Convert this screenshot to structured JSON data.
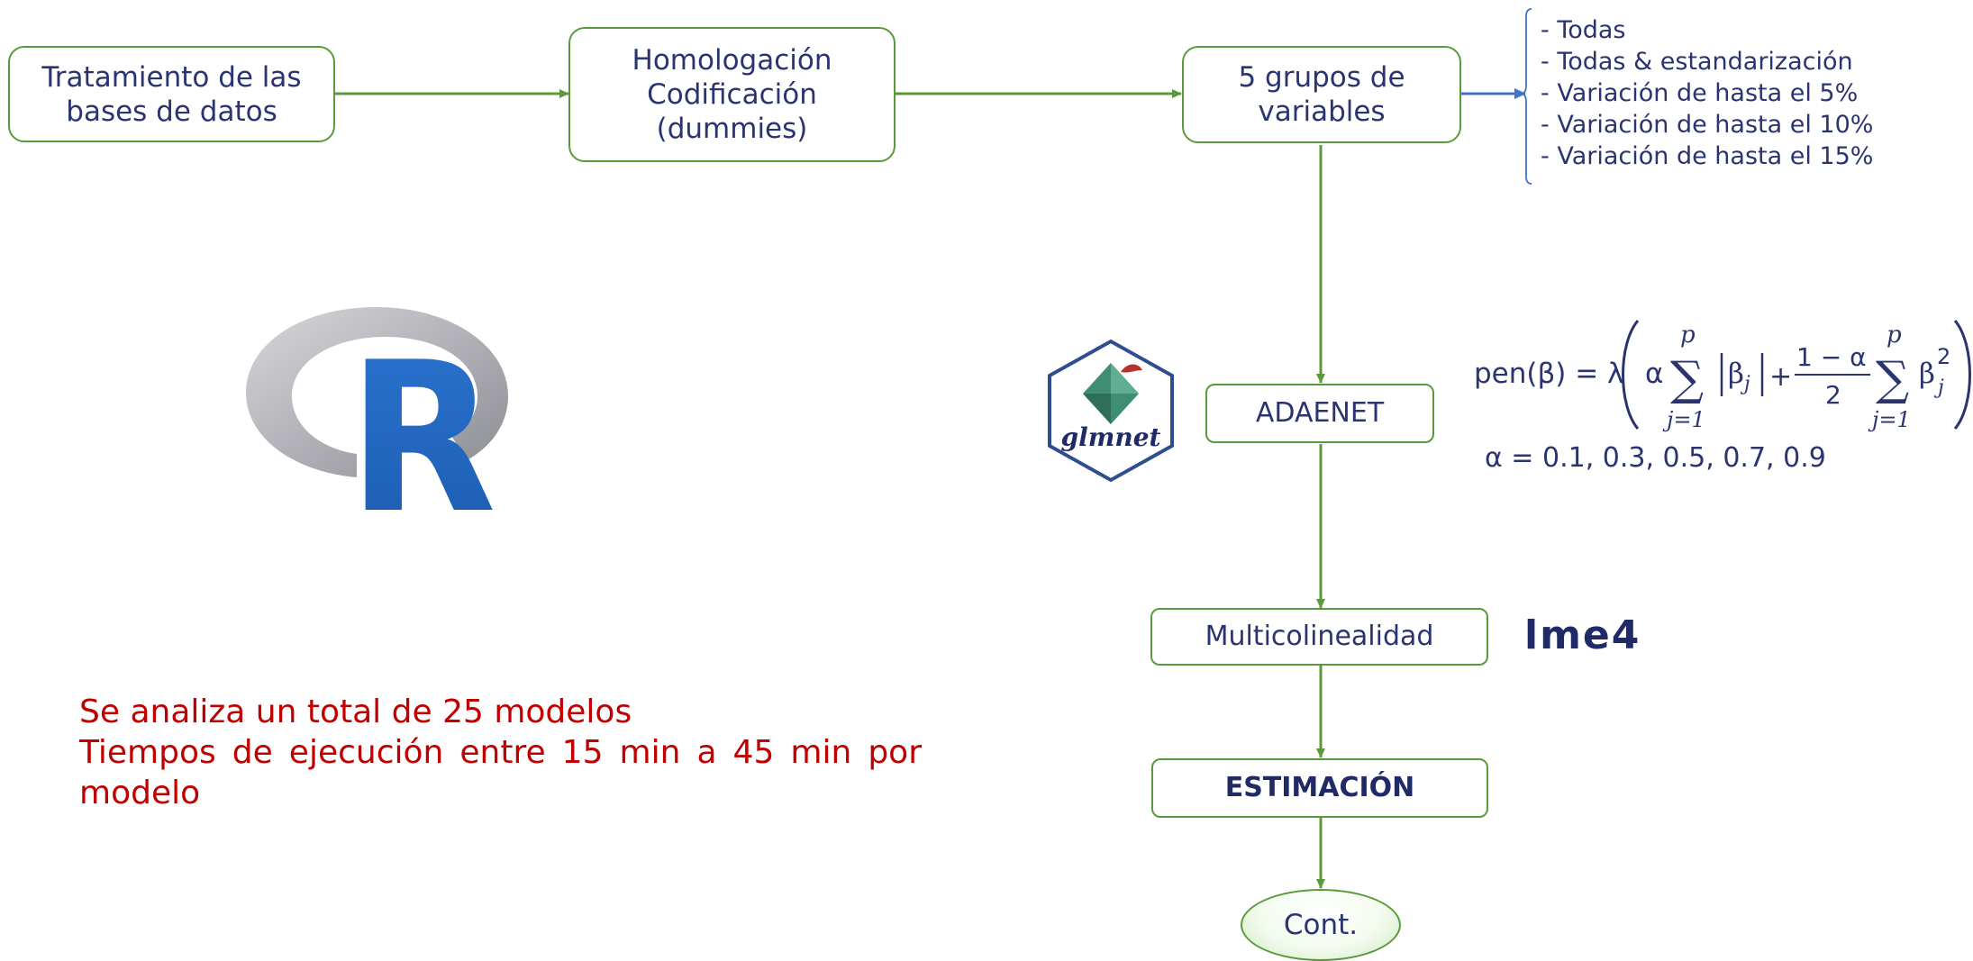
{
  "boxes": {
    "tratamiento": "Tratamiento de las\nbases de datos",
    "homologacion": "Homologación\nCodificación\n(dummies)",
    "grupos": "5 grupos de\nvariables",
    "adaenet": "ADAENET",
    "multicolinealidad": "Multicolinealidad",
    "estimacion": "ESTIMACIÓN",
    "cont": "Cont."
  },
  "variable_groups": [
    "- Todas",
    "- Todas & estandarización",
    "- Variación de hasta el 5%",
    "- Variación de hasta el 10%",
    "- Variación de hasta el 15%"
  ],
  "logos": {
    "r_logo": "R",
    "glmnet": "glmnet",
    "lme4": "lme4"
  },
  "formula": {
    "lhs": "pen(β) = λ",
    "alpha": "α",
    "sum_upper": "p",
    "sum_lower": "j=1",
    "abs_beta": "βj",
    "plus": "+",
    "frac_num": "1 − α",
    "frac_den": "2",
    "beta_sq": "βj",
    "sq": "2",
    "alpha_values": "α = 0.1, 0.3, 0.5, 0.7, 0.9"
  },
  "notes": {
    "line1": "Se analiza un total de 25 modelos",
    "line2": "Tiempos de ejecución entre 15 min a 45 min por",
    "line3": "modelo"
  },
  "colors": {
    "box_border": "#5a9a3a",
    "text": "#2a3470",
    "arrow_green": "#5a9a3a",
    "arrow_blue": "#4472c4",
    "note_red": "#c00000",
    "r_blue": "#1f65c0",
    "glmnet_border": "#2f4e8f",
    "glmnet_gem": "#3f8e74"
  }
}
